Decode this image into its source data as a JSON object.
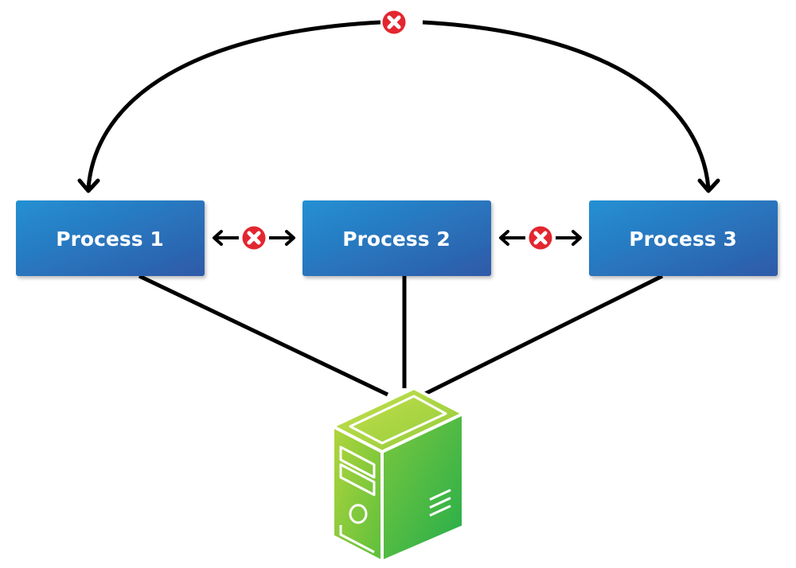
{
  "processes": [
    {
      "label": "Process 1"
    },
    {
      "label": "Process 2"
    },
    {
      "label": "Process 3"
    }
  ],
  "icons": {
    "blocked": "blocked-x-icon",
    "computer": "desktop-tower-icon"
  },
  "colors": {
    "box_start": "#2490d3",
    "box_end": "#2e5aa8",
    "blocked": "#e3262f",
    "connector": "#000000",
    "computer_start": "#a6d13a",
    "computer_end": "#2fb24c"
  }
}
